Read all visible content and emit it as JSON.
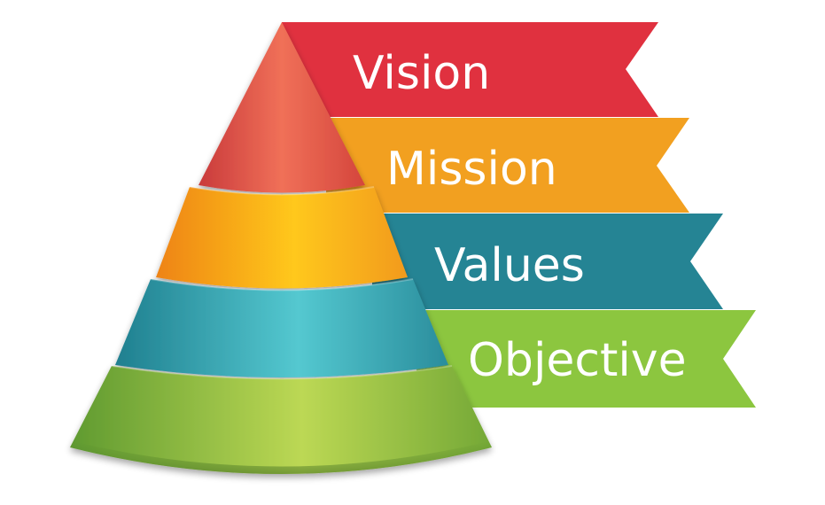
{
  "diagram": {
    "title": "",
    "levels": [
      {
        "label": "Vision",
        "color": "#e0313f",
        "cone_color": "#ea5b4c"
      },
      {
        "label": "Mission",
        "color": "#f2a020",
        "cone_color": "#fbb81a"
      },
      {
        "label": "Values",
        "color": "#258494",
        "cone_color": "#3fb9c6"
      },
      {
        "label": "Objective",
        "color": "#8cc63f",
        "cone_color": "#a3cc4a"
      }
    ]
  }
}
